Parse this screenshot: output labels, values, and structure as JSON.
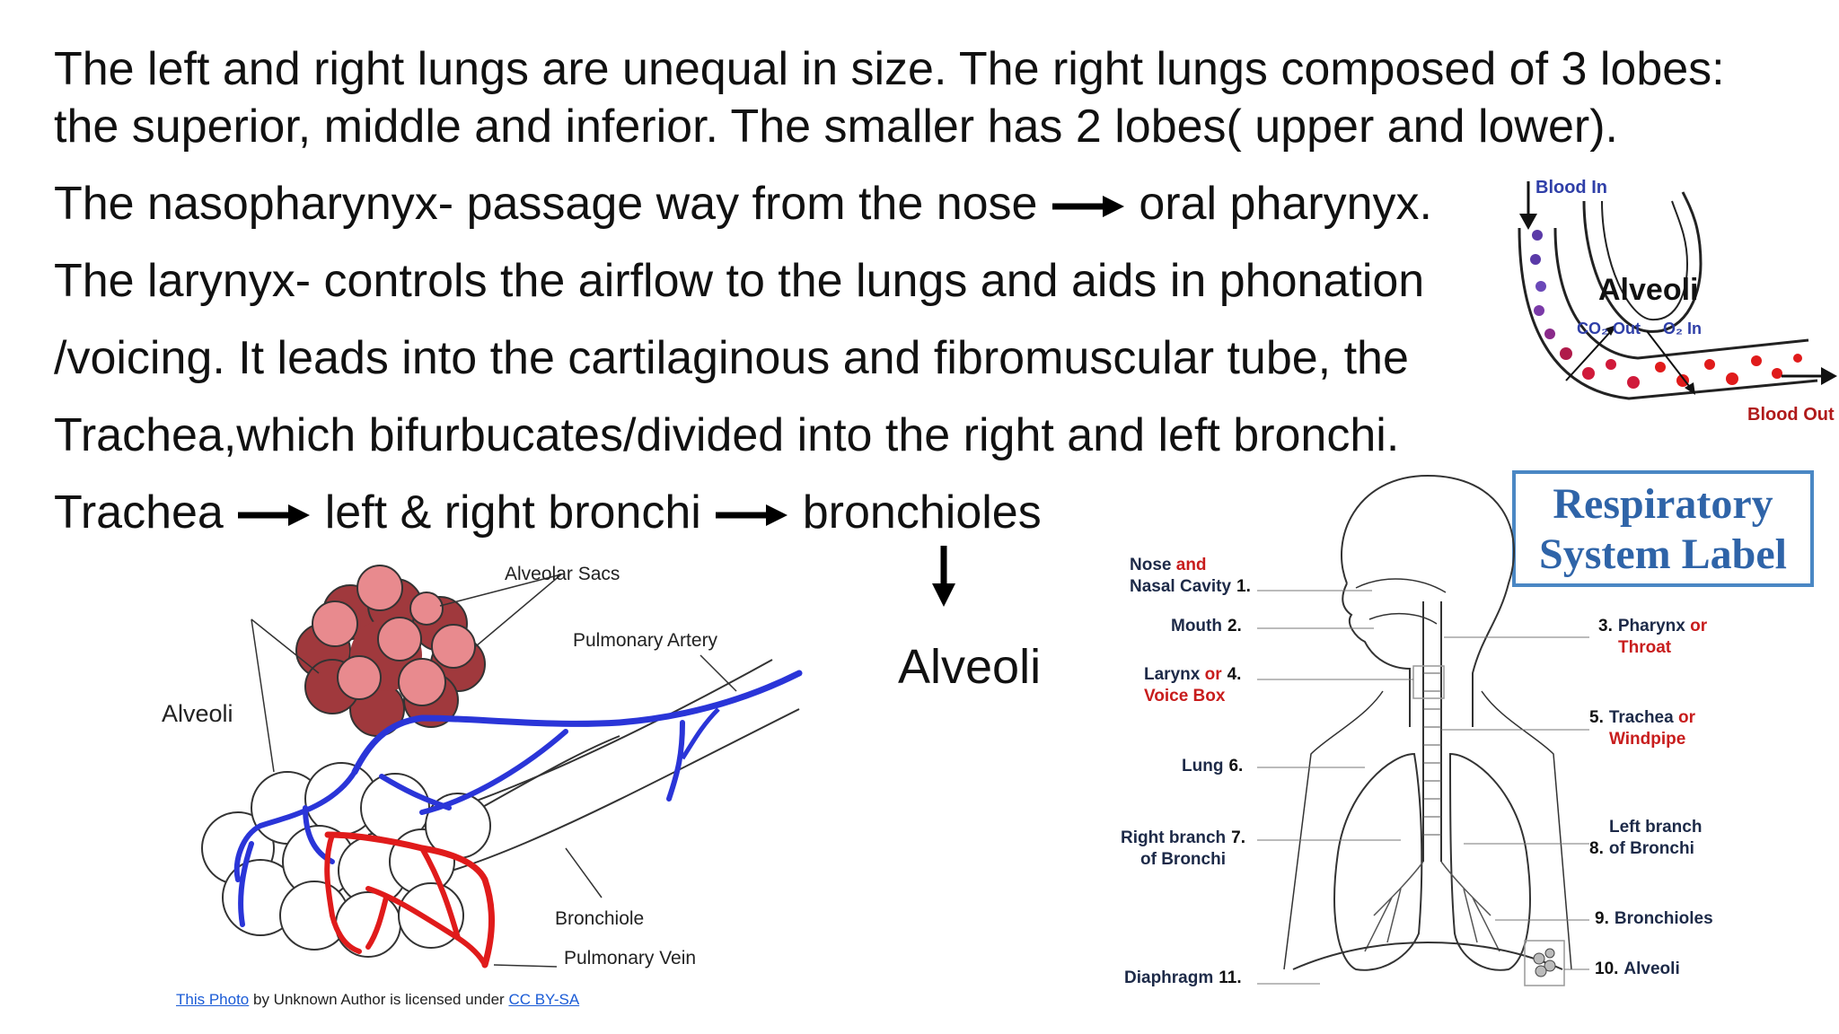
{
  "text": {
    "line1": "The left and right lungs are unequal in size. The right lungs composed of 3 lobes:",
    "line2": "the superior, middle and inferior. The smaller has 2 lobes( upper and lower).",
    "line3_a": "The nasopharynyx- passage way from the nose",
    "line3_b": "oral pharynyx.",
    "line4": "The larynyx- controls the airflow to the lungs and aids in phonation",
    "line5": "/voicing. It leads into the cartilaginous and fibromuscular tube, the",
    "line6": "Trachea,which bifurbucates/divided into the right and left bronchi.",
    "flow_1": "Trachea",
    "flow_2": "left & right bronchi",
    "flow_3": "bronchioles",
    "flow_4": "Alveoli"
  },
  "alveoli_diagram": {
    "alveolar_sacs": "Alveolar Sacs",
    "pulmonary_artery": "Pulmonary Artery",
    "alveoli": "Alveoli",
    "bronchiole": "Bronchiole",
    "pulmonary_vein": "Pulmonary Vein"
  },
  "exchange_diagram": {
    "blood_in": "Blood In",
    "alveoli": "Alveoli",
    "co2_out": "CO₂ Out",
    "o2_in": "O₂ In",
    "blood_out": "Blood Out"
  },
  "respiratory": {
    "title_line1": "Respiratory",
    "title_line2": "System Label",
    "labels": [
      {
        "num": "1.",
        "main": "Nose",
        "alt": "and",
        "main2": "Nasal Cavity"
      },
      {
        "num": "2.",
        "main": "Mouth"
      },
      {
        "num": "3.",
        "main": "Pharynx",
        "alt": "or",
        "main2": "Throat"
      },
      {
        "num": "4.",
        "main": "Larynx",
        "alt": "or",
        "main2": "Voice Box"
      },
      {
        "num": "5.",
        "main": "Trachea",
        "alt": "or",
        "main2": "Windpipe"
      },
      {
        "num": "6.",
        "main": "Lung"
      },
      {
        "num": "7.",
        "main": "Right branch",
        "main2": "of Bronchi"
      },
      {
        "num": "8.",
        "main": "Left branch",
        "main2": "of Bronchi"
      },
      {
        "num": "9.",
        "main": "Bronchioles"
      },
      {
        "num": "10.",
        "main": "Alveoli"
      },
      {
        "num": "11.",
        "main": "Diaphragm"
      }
    ]
  },
  "credit": {
    "link1": "This Photo",
    "middle": " by Unknown Author is licensed under ",
    "link2": "CC BY-SA"
  },
  "colors": {
    "artery_blue": "#2a35d8",
    "vein_red": "#e01b1b",
    "sac_fill": "#a0393d",
    "alveolus_fill": "#e88a8e",
    "title_blue": "#2f64a8",
    "label_red": "#c81d1d"
  }
}
